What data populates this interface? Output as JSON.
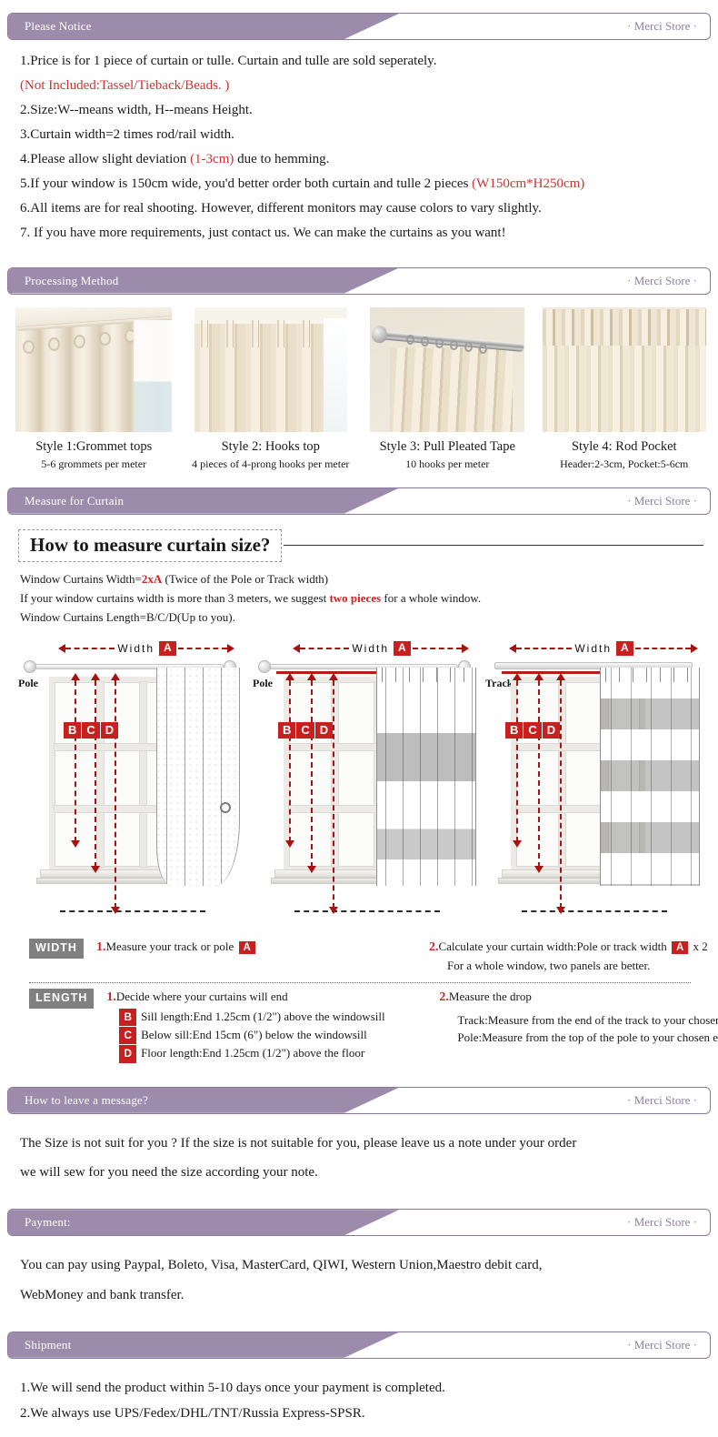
{
  "store_label": "· Merci  Store ·",
  "sections": {
    "notice": {
      "title": "Please Notice",
      "lines": [
        "1.Price is for 1 piece of curtain or tulle. Curtain and tulle are sold seperately.",
        "(Not Included:Tassel/Tieback/Beads. )",
        "2.Size:W--means width, H--means Height.",
        "3.Curtain width=2 times rod/rail width.",
        "6.All items are for real shooting. However, different monitors may cause colors to vary slightly.",
        "7. If you have more requirements, just contact us. We can make the curtains as you want!"
      ],
      "line4_a": "4.Please allow slight deviation ",
      "line4_red": "(1-3cm)",
      "line4_b": " due to hemming.",
      "line5_a": "5.If your window is 150cm wide, you'd better order both curtain and tulle 2 pieces ",
      "line5_red": "(W150cm*H250cm)"
    },
    "processing": {
      "title": "Processing Method",
      "styles": [
        {
          "name": "Style 1:Grommet tops",
          "sub": "5-6 grommets per meter"
        },
        {
          "name": "Style 2: Hooks top",
          "sub": "4 pieces of 4-prong hooks per meter"
        },
        {
          "name": "Style 3: Pull Pleated Tape",
          "sub": "10 hooks per meter"
        },
        {
          "name": "Style 4: Rod Pocket",
          "sub": "Header:2-3cm, Pocket:5-6cm"
        }
      ]
    },
    "measure": {
      "title": "Measure for Curtain",
      "howto_heading": "How to measure  curtain  size?",
      "intro_1_a": "Window Curtains Width=",
      "intro_1_red": "2xA",
      "intro_1_b": " (Twice of the Pole or Track width)",
      "intro_2_a": "If your window curtains width is more than 3 meters, we suggest ",
      "intro_2_red": "two pieces",
      "intro_2_b": " for a whole window.",
      "intro_3": "Window Curtains Length=B/C/D(Up to you).",
      "diagram_width_label": "Width",
      "tag_a": "A",
      "tag_b": "B",
      "tag_c": "C",
      "tag_d": "D",
      "pole_label": "Pole",
      "track_label": "Track",
      "width_chip": "WIDTH",
      "length_chip": "LENGTH",
      "width_1_num": "1.",
      "width_1_text": "Measure your track or pole ",
      "width_2_num": "2.",
      "width_2_text_a": "Calculate your curtain width:Pole or track width ",
      "width_2_text_b": " x 2",
      "width_2_sub": "For a whole window, two panels are better.",
      "length_1_num": "1.",
      "length_1_text": "Decide where your curtains will end",
      "length_b_text": "Sill length:End 1.25cm (1/2\") above the windowsill",
      "length_c_text": "Below sill:End 15cm (6\") below the windowsill",
      "length_d_text": "Floor length:End 1.25cm (1/2\") above the floor",
      "length_2_num": "2.",
      "length_2_text": "Measure the drop",
      "length_2_sub_1": "Track:Measure from the end of the track to your chosen end point.",
      "length_2_sub_2": "Pole:Measure from the top of the pole to your chosen end point."
    },
    "message": {
      "title": "How to leave a message?",
      "lines": [
        "The Size is not suit for you ? If the size is not suitable for you, please leave us a note under your order",
        "we will sew for you need the size according your note."
      ]
    },
    "payment": {
      "title": "Payment:",
      "lines": [
        "You can pay using Paypal, Boleto, Visa, MasterCard, QIWI, Western Union,Maestro debit card,",
        "WebMoney and bank transfer."
      ]
    },
    "shipment": {
      "title": "Shipment",
      "lines": [
        "1.We will send the product within 5-10 days once your payment is completed.",
        "2.We always use UPS/Fedex/DHL/TNT/Russia Express-SPSR."
      ]
    }
  },
  "colors": {
    "accent_purple": "#9c8bab",
    "accent_red": "#cc3333",
    "tag_red": "#c81f1f",
    "chip_gray": "#808080"
  }
}
